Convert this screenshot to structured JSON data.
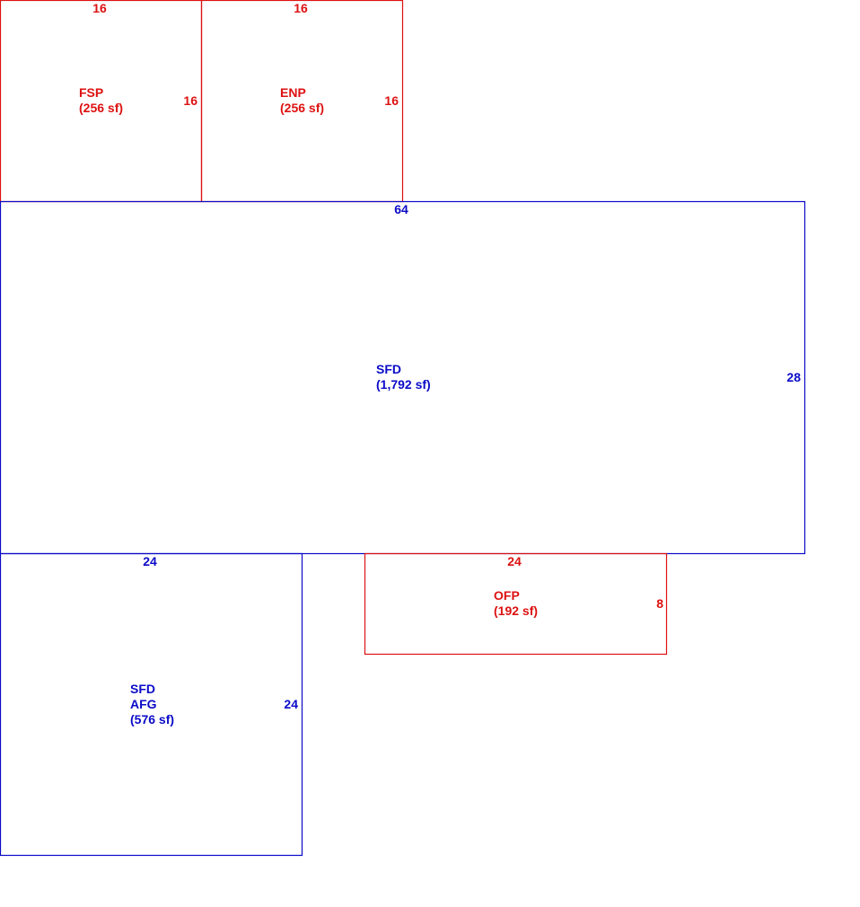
{
  "colors": {
    "red": "#dd1111",
    "blue": "#0a0ac8"
  },
  "areas": {
    "fsp": {
      "code": "FSP",
      "area": "(256 sf)",
      "top_dim": "16",
      "side_dim": "16"
    },
    "enp": {
      "code": "ENP",
      "area": "(256 sf)",
      "top_dim": "16",
      "side_dim": "16"
    },
    "sfd_main": {
      "code": "SFD",
      "area": "(1,792 sf)",
      "top_dim": "64",
      "side_dim": "28"
    },
    "sfd_afg": {
      "code": "SFD",
      "code2": "AFG",
      "area": "(576 sf)",
      "top_dim": "24",
      "side_dim": "24"
    },
    "ofp": {
      "code": "OFP",
      "area": "(192 sf)",
      "top_dim": "24",
      "side_dim": "8"
    }
  }
}
